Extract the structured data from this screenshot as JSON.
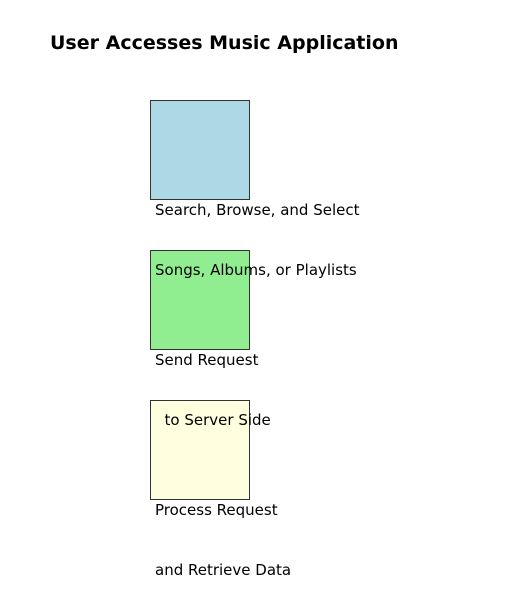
{
  "title": "User Accesses Music Application",
  "steps": [
    {
      "line1": "Search, Browse, and Select",
      "line2": "Songs, Albums, or Playlists",
      "color": "#add8e6"
    },
    {
      "line1": "Send Request",
      "line2": "  to Server Side",
      "color": "#90ee90"
    },
    {
      "line1": "Process Request",
      "line2": "and Retrieve Data",
      "color": "#ffffe0"
    }
  ]
}
